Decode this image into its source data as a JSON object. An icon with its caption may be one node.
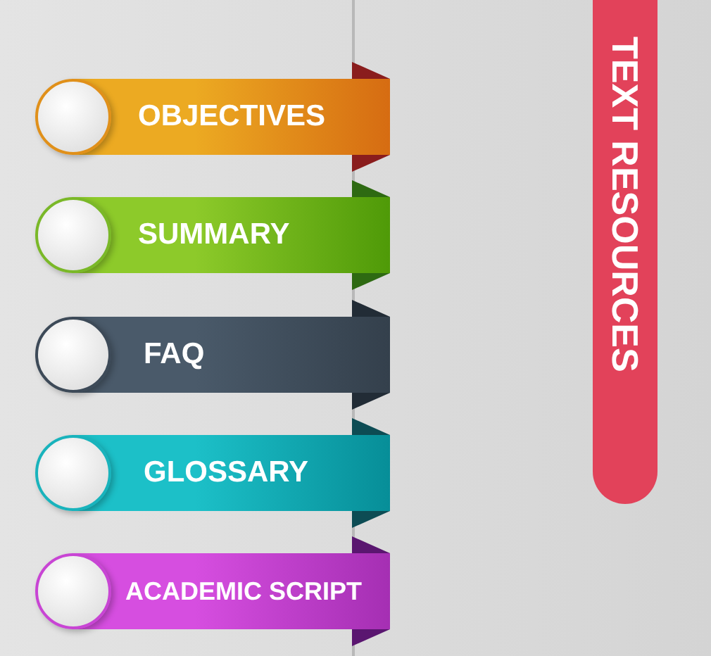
{
  "diagram": {
    "nodes": [
      {
        "text": [
          "OBJECTIVES"
        ]
      },
      {
        "text": [
          "SUMMARY"
        ]
      },
      {
        "text": [
          "FAQ"
        ]
      },
      {
        "text": [
          "GLOSSARY"
        ]
      },
      {
        "text": [
          "ACADEMIC SCRIPT"
        ]
      },
      {
        "text": [
          "TEXT RESOURCES"
        ]
      }
    ]
  }
}
